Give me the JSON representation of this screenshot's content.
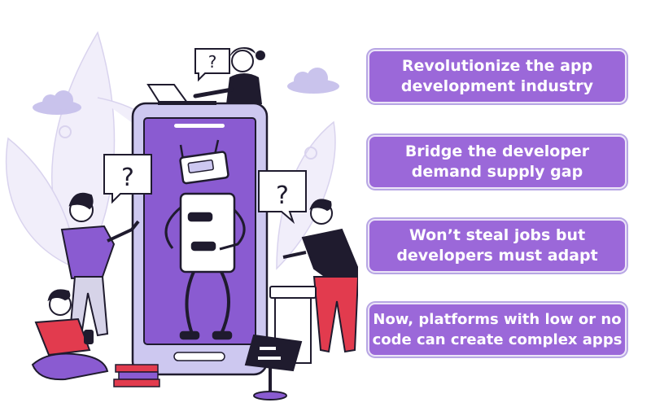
{
  "colors": {
    "card_fill": "#9b68d9",
    "card_text": "#ffffff",
    "accent_purple": "#7b4fc9",
    "accent_red": "#e23b4e",
    "outline": "#1f1b2e"
  },
  "icons": [
    "question-mark-icon",
    "robot-icon",
    "cloud-icon",
    "laptop-icon",
    "smartphone-icon",
    "books-icon",
    "plant-leaf-icon"
  ],
  "cards": [
    {
      "line1": "Revolutionize the app",
      "line2": "development industry"
    },
    {
      "line1": "Bridge the developer",
      "line2": "demand supply gap"
    },
    {
      "line1": "Won’t steal jobs but",
      "line2": "developers must adapt"
    },
    {
      "line1": "Now, platforms with low or no",
      "line2": "code can create complex apps"
    }
  ],
  "speech_bubbles": [
    {
      "text": "?"
    },
    {
      "text": "?"
    },
    {
      "text": "?"
    }
  ]
}
